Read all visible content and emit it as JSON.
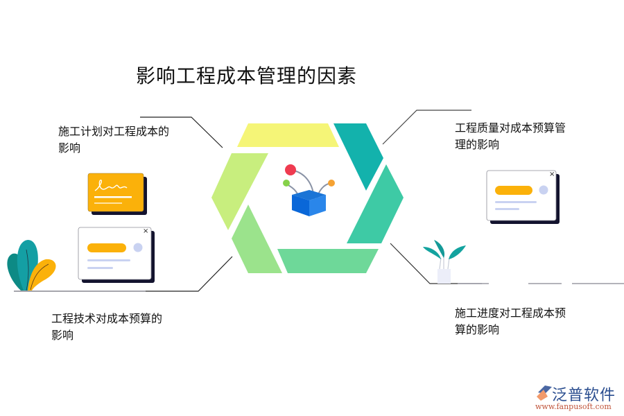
{
  "title": "影响工程成本管理的因素",
  "factors": {
    "top_left": "施工计划对工程成本的影响",
    "top_right": "工程质量对成本预算管理的影响",
    "bottom_left": "工程技术对成本预算的影响",
    "bottom_right": "施工进度对工程成本预算的影响"
  },
  "hexagon_colors": {
    "top": "#f5f577",
    "top_right": "#13b2ac",
    "right": "#3ecaa5",
    "bottom": "#6ed899",
    "bottom_left": "#9be38c",
    "left": "#c8ee7e"
  },
  "card_close_icon": "×",
  "logo": {
    "name": "泛普软件",
    "url": "www.fanpusoft.com"
  }
}
